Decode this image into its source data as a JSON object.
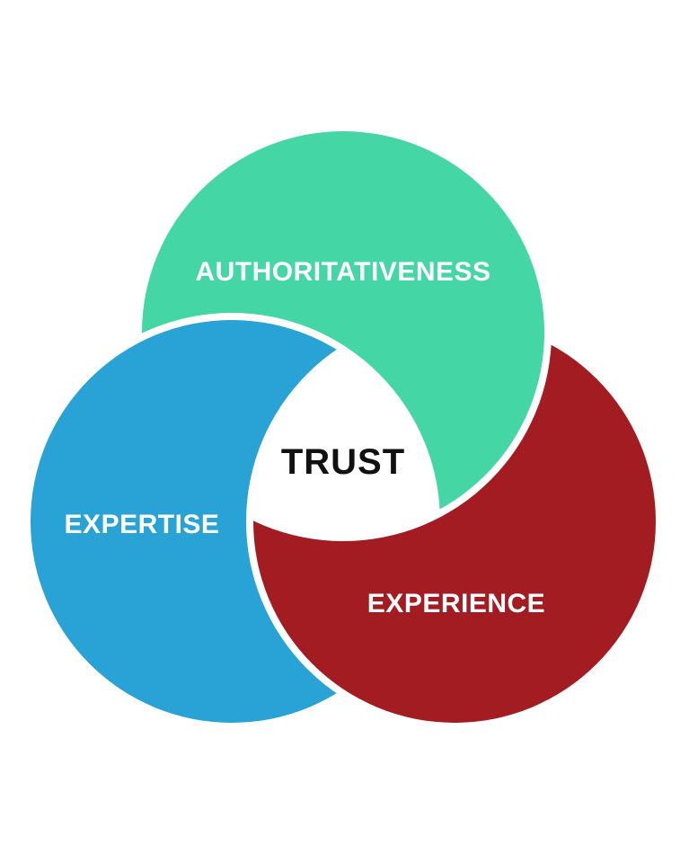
{
  "diagram": {
    "center_label": "TRUST",
    "circles": [
      {
        "id": "authoritativeness",
        "label": "AUTHORITATIVENESS",
        "color": "#45d6a5"
      },
      {
        "id": "expertise",
        "label": "EXPERTISE",
        "color": "#29a3d6"
      },
      {
        "id": "experience",
        "label": "EXPERIENCE",
        "color": "#a21c22"
      }
    ],
    "background": "#ffffff"
  }
}
